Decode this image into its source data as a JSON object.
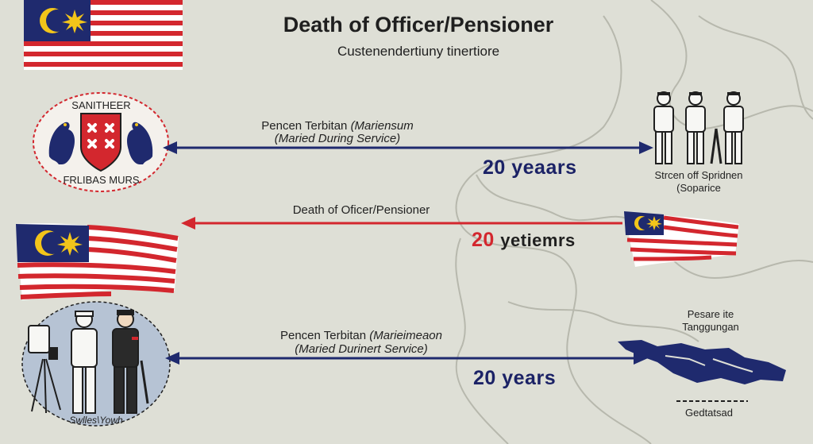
{
  "header": {
    "title": "Death of Officer/Pensioner",
    "subtitle": "Custenendertiuny tinertiore"
  },
  "colors": {
    "navy": "#1f2a6e",
    "red": "#d3272e",
    "yellow": "#f3c51a",
    "background": "#dedfd6"
  },
  "emblem": {
    "top_text": "SANITHEER",
    "bottom_text": "FRLIBAS MURS"
  },
  "rows": [
    {
      "label_line1": "Pencen Terbitan",
      "label_line1_italic": "(Mariensum",
      "label_line2": "(Maried During  Service)",
      "years": "20 yeaars",
      "right_caption_line1": "Strcen off Spridnen",
      "right_caption_line2": "(Soparice"
    },
    {
      "label_line1": "Death of Oficer/Pensioner",
      "years_num": "20",
      "years_word": "yetiemrs"
    },
    {
      "label_line1": "Pencen Terbitan",
      "label_line1_italic": "(Marieimeaon",
      "label_line2": "(Maried Durinert Service)",
      "years": "20 years",
      "right_caption_line1": "Pesare ite",
      "right_caption_line2": "Tanggungan",
      "right_bottom_caption": "Gedtatsad",
      "left_caption": "Swlles\\Yowh"
    }
  ],
  "icons": [
    "malaysia-flag-icon",
    "coat-of-arms-icon",
    "soldiers-icon",
    "map-silhouette-icon",
    "camera-tripod-icon"
  ]
}
